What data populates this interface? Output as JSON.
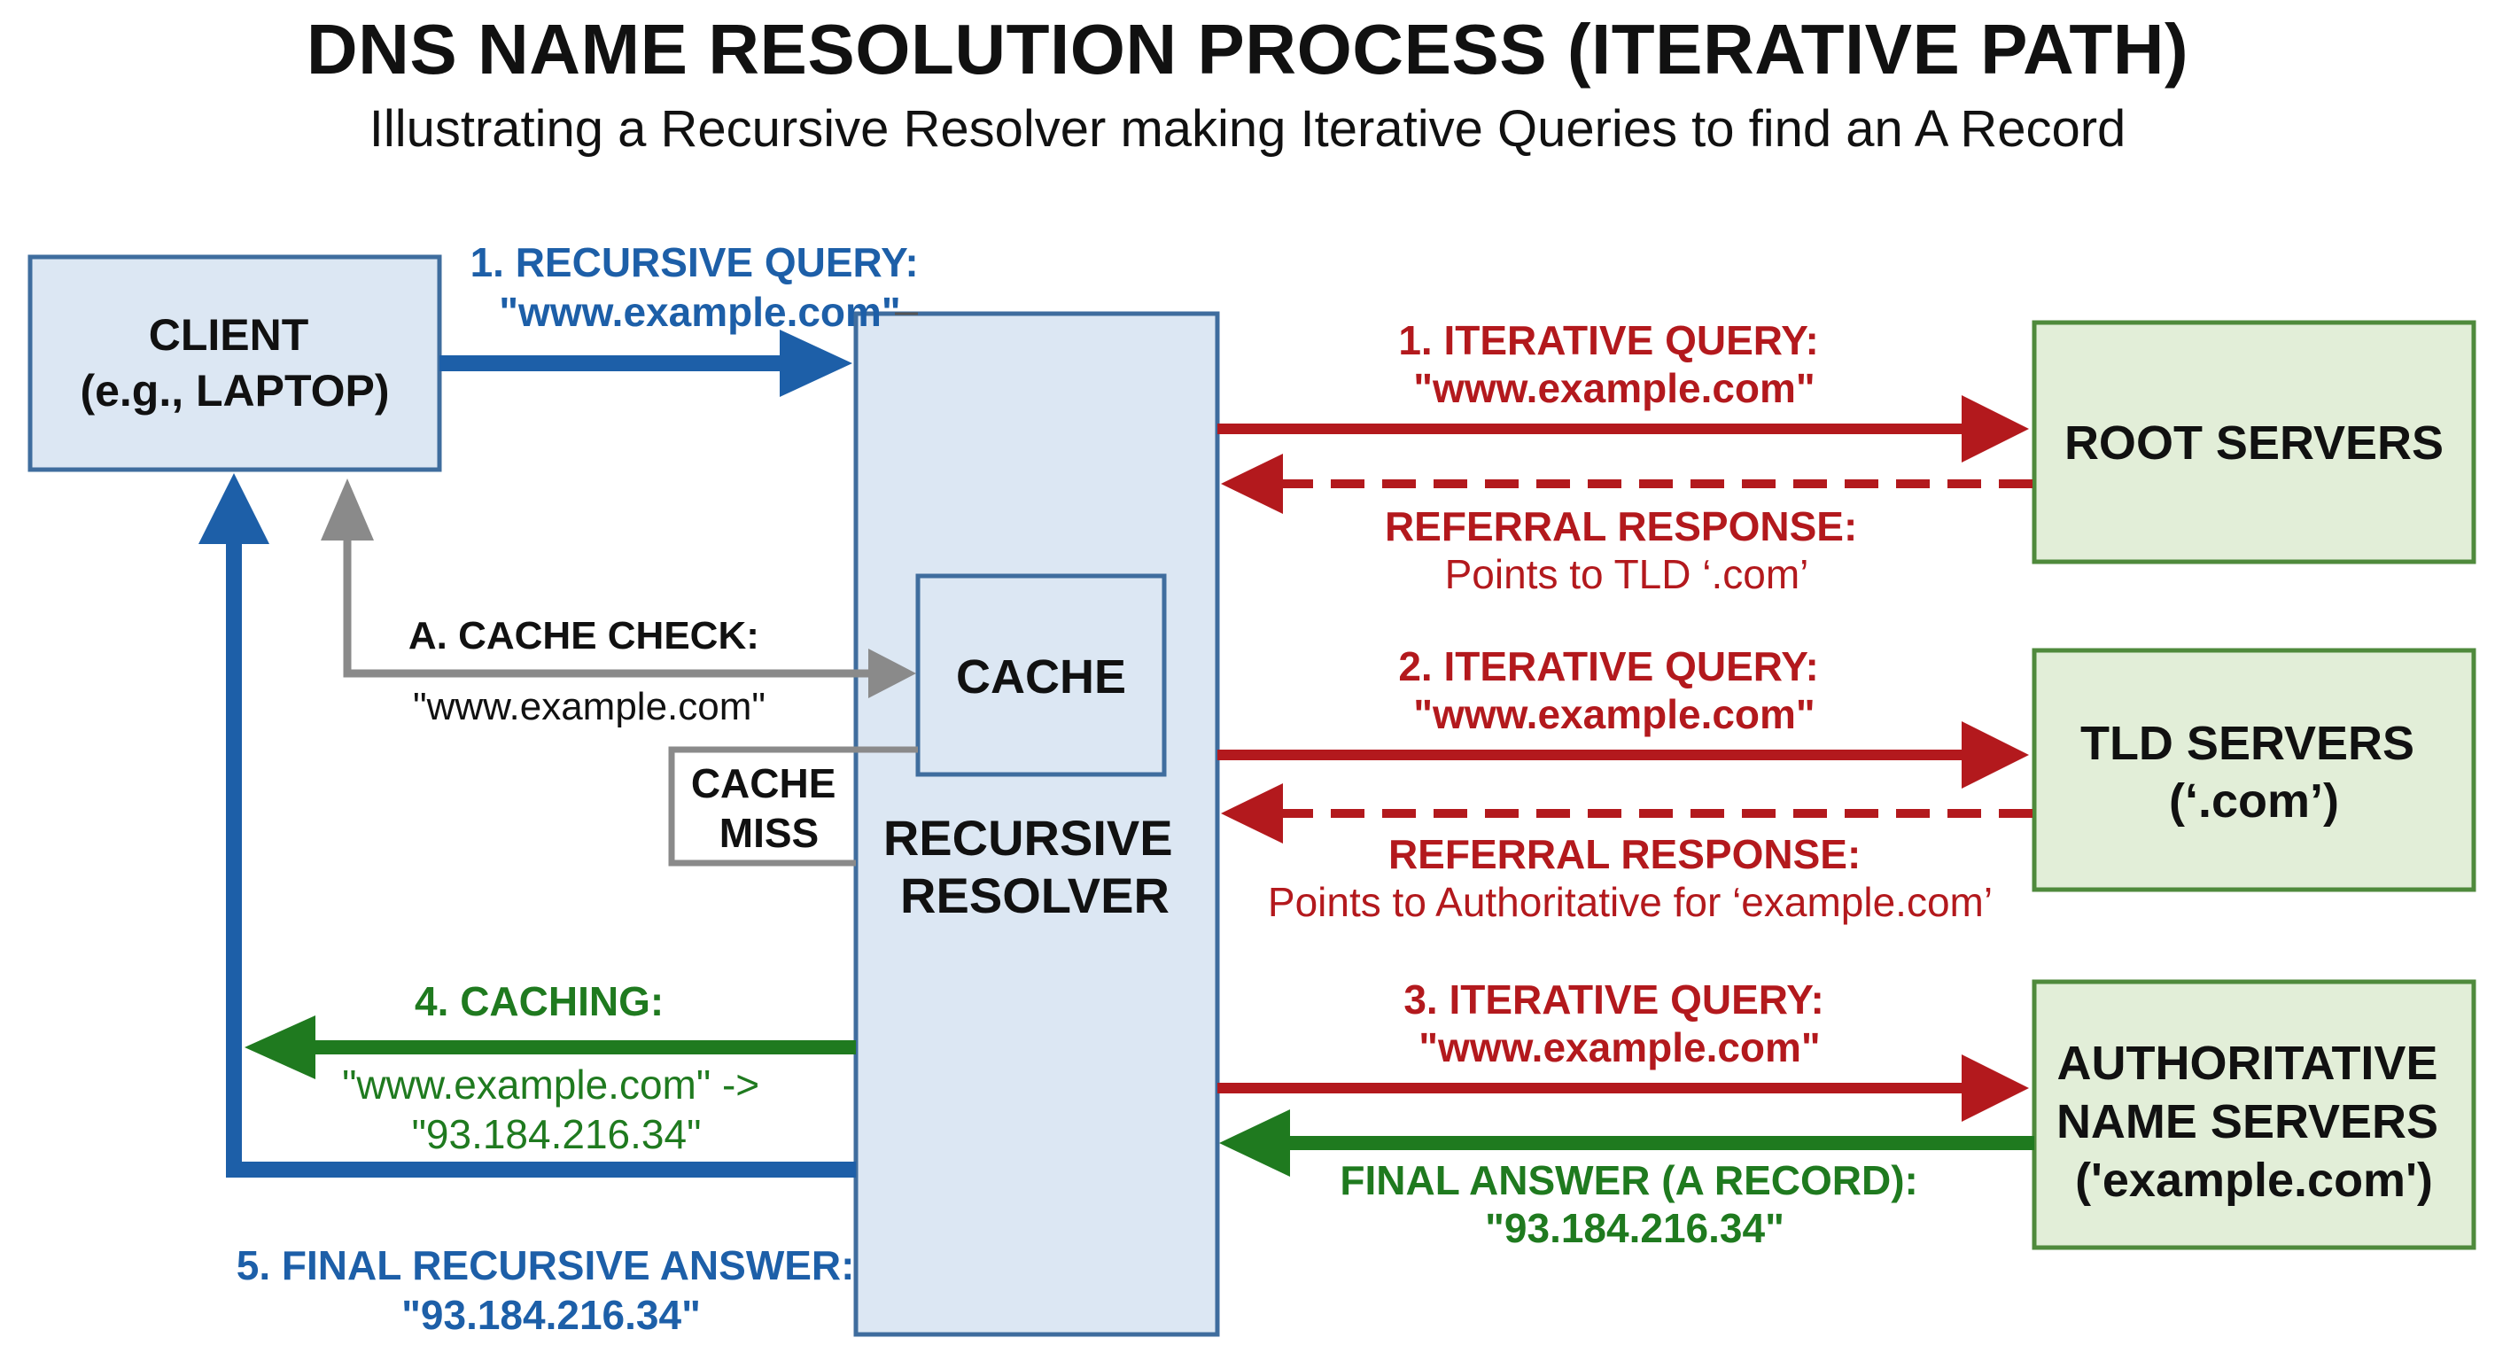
{
  "title": "DNS NAME RESOLUTION PROCESS (ITERATIVE PATH)",
  "subtitle": "Illustrating a Recursive Resolver making Iterative Queries to find an A Record",
  "colors": {
    "blue": "#1d5fa8",
    "red": "#b3191d",
    "green": "#1f7a1f",
    "gray": "#8a8a8a",
    "box_blue_fill": "#dce7f3",
    "box_blue_stroke": "#3f6d9e",
    "box_green_fill": "#e2eed8",
    "box_green_stroke": "#4f8a3c"
  },
  "nodes": {
    "client": [
      "CLIENT",
      "(e.g., LAPTOP)"
    ],
    "cache": "CACHE",
    "resolver": [
      "RECURSIVE",
      "RESOLVER"
    ],
    "root": "ROOT SERVERS",
    "tld": [
      "TLD SERVERS",
      "(‘.com’)"
    ],
    "auth": [
      "AUTHORITATIVE",
      "NAME SERVERS",
      "('example.com')"
    ]
  },
  "edges": {
    "recursive_query": [
      "1. RECURSIVE QUERY:",
      "\"www.example.com\""
    ],
    "cache_check": [
      "A. CACHE CHECK:",
      "\"www.example.com\""
    ],
    "cache_miss": [
      "CACHE",
      "MISS"
    ],
    "caching": [
      "4. CACHING:",
      "\"www.example.com\" ->",
      "\"93.184.216.34\""
    ],
    "final_recursive": [
      "5. FINAL RECURSIVE ANSWER:",
      "\"93.184.216.34\""
    ],
    "iter1": [
      "1. ITERATIVE QUERY:",
      "\"www.example.com\""
    ],
    "ref1": [
      "REFERRAL RESPONSE:",
      "Points to TLD ‘.com’"
    ],
    "iter2": [
      "2. ITERATIVE QUERY:",
      "\"www.example.com\""
    ],
    "ref2": [
      "REFERRAL RESPONSE:",
      "Points to Authoritative for ‘example.com’"
    ],
    "iter3": [
      "3. ITERATIVE QUERY:",
      "\"www.example.com\""
    ],
    "final_answer": [
      "FINAL ANSWER (A RECORD):",
      "\"93.184.216.34\""
    ]
  }
}
